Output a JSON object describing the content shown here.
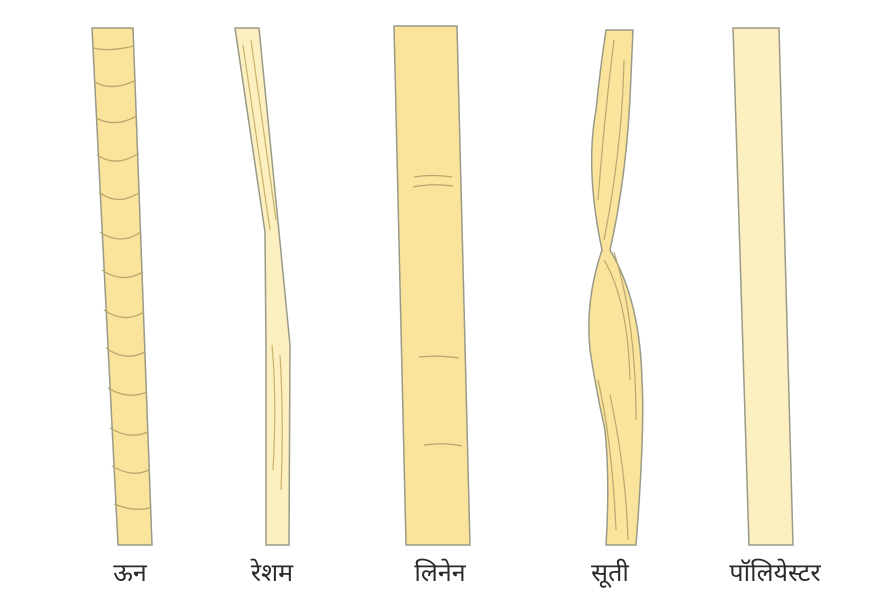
{
  "colors": {
    "fiber_fill": "#fae39a",
    "fiber_fill_light": "#fcefc0",
    "fiber_outline": "#9a9a88",
    "fiber_line": "#c9b36a"
  },
  "fibers": [
    {
      "id": "wool",
      "label": "ऊन",
      "texture": "scales"
    },
    {
      "id": "silk",
      "label": "रेशम",
      "texture": "smooth-ridged"
    },
    {
      "id": "linen",
      "label": "लिनेन",
      "texture": "nodes"
    },
    {
      "id": "cotton",
      "label": "सूती",
      "texture": "twisted"
    },
    {
      "id": "polyester",
      "label": "पॉलियेस्टर",
      "texture": "smooth"
    }
  ]
}
